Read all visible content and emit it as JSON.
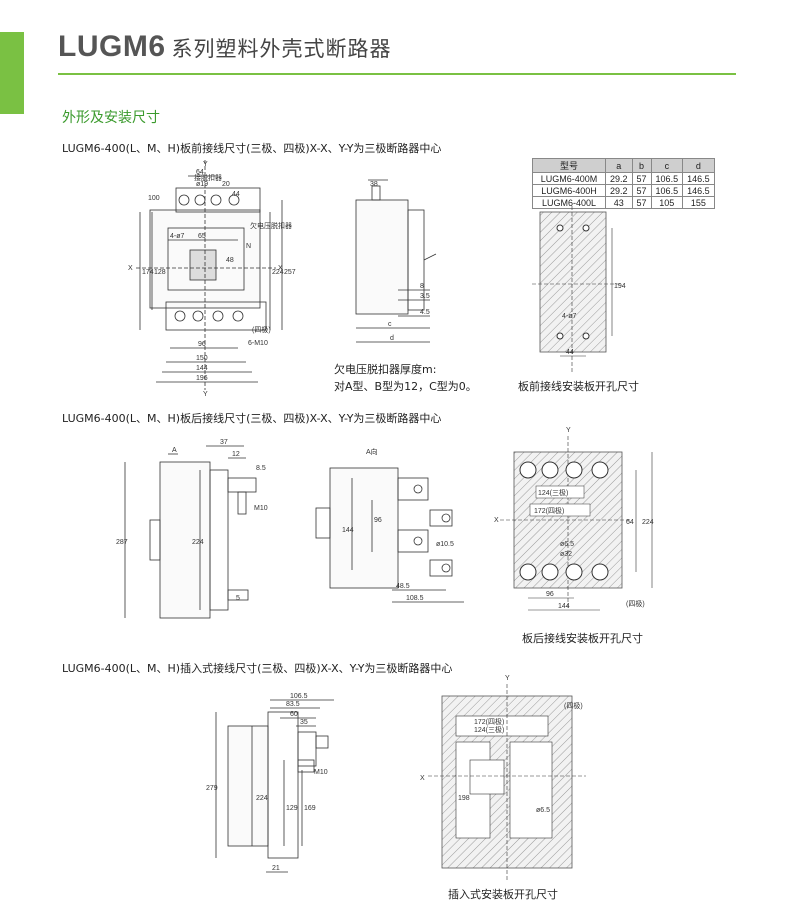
{
  "header": {
    "model": "LUGM6",
    "subtitle": "系列塑料外壳式断路器",
    "accent_color": "#7ac143"
  },
  "section_title": "外形及安装尺寸",
  "front": {
    "caption": "LUGM6-400(L、M、H)板前接线尺寸(三极、四极)X-X、Y-Y为三极断路器中心",
    "note_lines": [
      "欠电压脱扣器厚度m:",
      "对A型、B型为12，C型为0。"
    ],
    "panel_caption": "板前接线安装板开孔尺寸",
    "dims": {
      "y_top": "Y",
      "y_bottom": "Y",
      "x_left": "X",
      "x_right": "X",
      "d100": "100",
      "d64": "64",
      "d19": "ø19",
      "d20": "20",
      "d44": "44",
      "d4phi7": "4-ø7",
      "d65": "65",
      "d48": "48",
      "d174": "174",
      "d194": "194",
      "d257": "257",
      "d224": "224",
      "d128": "128",
      "d96": "96",
      "d150": "150",
      "d144": "144",
      "d196": "196",
      "m10": "6-M10",
      "four_pole": "(四极)",
      "label_n": "N",
      "label_tag": "接脱扣器",
      "label_tag2": "欠电压脱扣器",
      "d38": "38",
      "d8": "8",
      "d35": "3.5",
      "d45": "4.5",
      "dc": "c",
      "dd": "d",
      "p194": "194",
      "p4phi7": "4-ø7",
      "p44": "44"
    }
  },
  "table": {
    "headers": [
      "型号",
      "a",
      "b",
      "c",
      "d"
    ],
    "rows": [
      [
        "LUGM6-400M",
        "29.2",
        "57",
        "106.5",
        "146.5"
      ],
      [
        "LUGM6-400H",
        "29.2",
        "57",
        "106.5",
        "146.5"
      ],
      [
        "LUGM6-400L",
        "43",
        "57",
        "105",
        "155"
      ]
    ]
  },
  "rear": {
    "caption": "LUGM6-400(L、M、H)板后接线尺寸(三极、四极)X-X、Y-Y为三极断路器中心",
    "panel_caption": "板后接线安装板开孔尺寸",
    "dims": {
      "a_arrow": "A",
      "a_view": "A向",
      "d37": "37",
      "d12": "12",
      "d85": "8.5",
      "m10": "M10",
      "d287": "287",
      "d224": "224",
      "d5": "5",
      "d144": "144",
      "d96": "96",
      "d105": "ø10.5",
      "d485": "48.5",
      "d1085": "108.5",
      "p124": "124(三极)",
      "p172": "172(四极)",
      "p65": "ø6.5",
      "p32": "ø32",
      "p96": "96",
      "p144": "144",
      "p64": "64",
      "p224": "224",
      "p4": "(四极)",
      "py": "Y",
      "px": "X"
    }
  },
  "plugin": {
    "caption": "LUGM6-400(L、M、H)插入式接线尺寸(三极、四极)X-X、Y-Y为三极断路器中心",
    "panel_caption": "插入式安装板开孔尺寸",
    "dims": {
      "d1065": "106.5",
      "d835": "83.5",
      "d60": "60",
      "d35": "35",
      "m10": "M10",
      "d279": "279",
      "d224": "224",
      "d129": "129",
      "d169": "169",
      "d21": "21",
      "p4": "(四极)",
      "py": "Y",
      "px": "X",
      "p172": "172(四极)",
      "p124": "124(三极)",
      "p65": "ø6.5",
      "p198": "198"
    }
  }
}
